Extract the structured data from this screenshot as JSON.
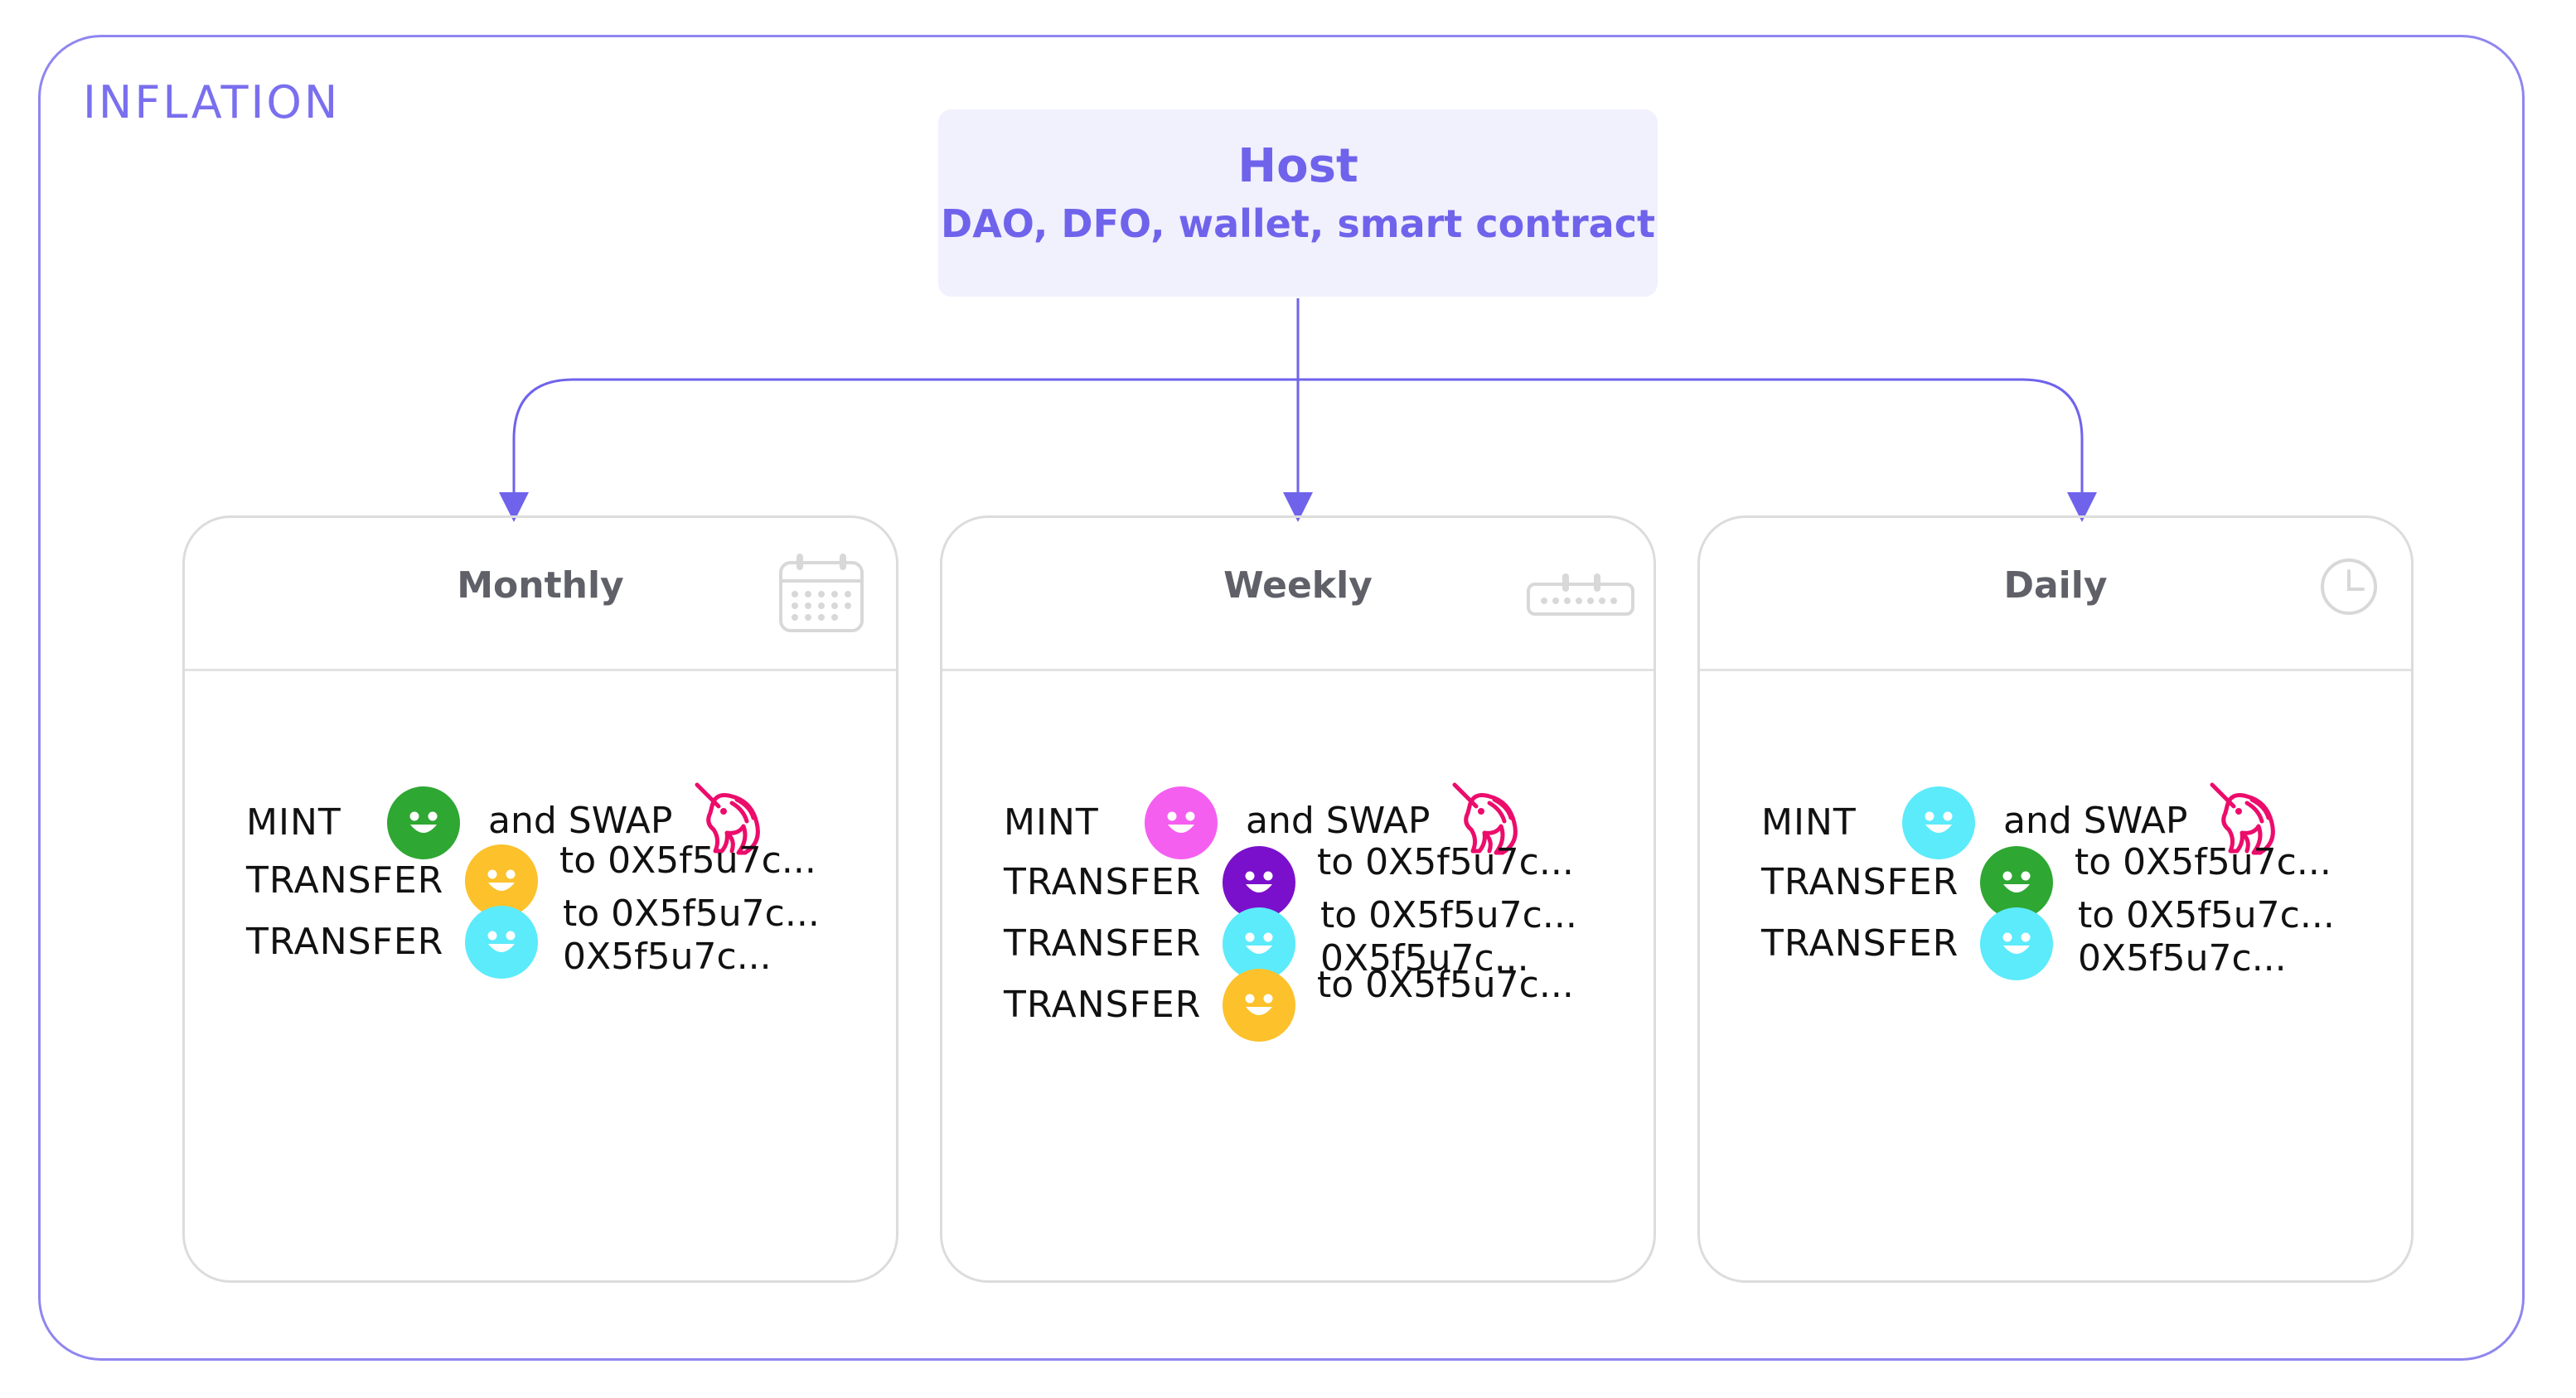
{
  "section_title": "INFLATION",
  "host": {
    "title": "Host",
    "subtitle": "DAO, DFO, wallet, smart contract"
  },
  "colors": {
    "accent": "#7a6fee",
    "uniswap": "#ec0c6b"
  },
  "cards": [
    {
      "title": "Monthly",
      "icon": "calendar-icon",
      "rows": [
        {
          "action": "MINT",
          "token_color": "#2fa733",
          "target": "and SWAP",
          "target2": "",
          "uniswap": true
        },
        {
          "action": "TRANSFER",
          "token_color": "#fcc12b",
          "target": "to 0X5f5u7c...",
          "target2": "",
          "uniswap": false
        },
        {
          "action": "TRANSFER",
          "token_color": "#5bebfb",
          "target": "to 0X5f5u7c...",
          "target2": "0X5f5u7c...",
          "uniswap": false
        }
      ]
    },
    {
      "title": "Weekly",
      "icon": "week-ruler-icon",
      "rows": [
        {
          "action": "MINT",
          "token_color": "#f55ff0",
          "target": "and SWAP",
          "target2": "",
          "uniswap": true
        },
        {
          "action": "TRANSFER",
          "token_color": "#7a10cc",
          "target": "to 0X5f5u7c...",
          "target2": "",
          "uniswap": false
        },
        {
          "action": "TRANSFER",
          "token_color": "#5bebfb",
          "target": "to 0X5f5u7c...",
          "target2": "0X5f5u7c...",
          "uniswap": false
        },
        {
          "action": "TRANSFER",
          "token_color": "#fcc12b",
          "target": "to 0X5f5u7c...",
          "target2": "",
          "uniswap": false
        }
      ]
    },
    {
      "title": "Daily",
      "icon": "clock-icon",
      "rows": [
        {
          "action": "MINT",
          "token_color": "#5bebfb",
          "target": "and SWAP",
          "target2": "",
          "uniswap": true
        },
        {
          "action": "TRANSFER",
          "token_color": "#2fa733",
          "target": "to 0X5f5u7c...",
          "target2": "",
          "uniswap": false
        },
        {
          "action": "TRANSFER",
          "token_color": "#5bebfb",
          "target": "to 0X5f5u7c...",
          "target2": "0X5f5u7c...",
          "uniswap": false
        }
      ]
    }
  ]
}
